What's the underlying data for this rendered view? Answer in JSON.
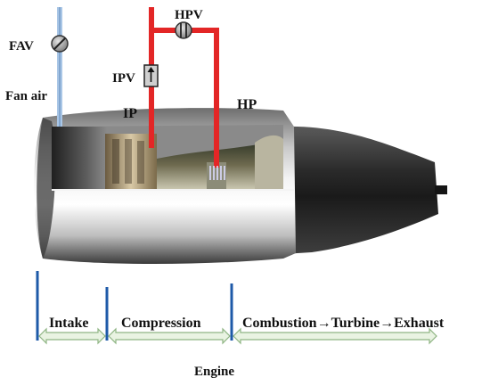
{
  "valves": {
    "fav": "FAV",
    "hpv": "HPV",
    "ipv": "IPV"
  },
  "streams": {
    "fan_air": "Fan air",
    "ip": "IP",
    "hp": "HP"
  },
  "stages": {
    "intake": "Intake",
    "compression": "Compression",
    "combustion_chain": "Combustion→Turbine→Exhaust"
  },
  "caption": "Engine",
  "colors": {
    "fan_air_pipe": "#a9c6e6",
    "bleed_pipe": "#e32626",
    "stage_divider": "#1e5aa8",
    "stage_arrow_fill": "#e9f3e2",
    "stage_arrow_stroke": "#8fb584",
    "valve_fill": "#9a9a9a"
  }
}
